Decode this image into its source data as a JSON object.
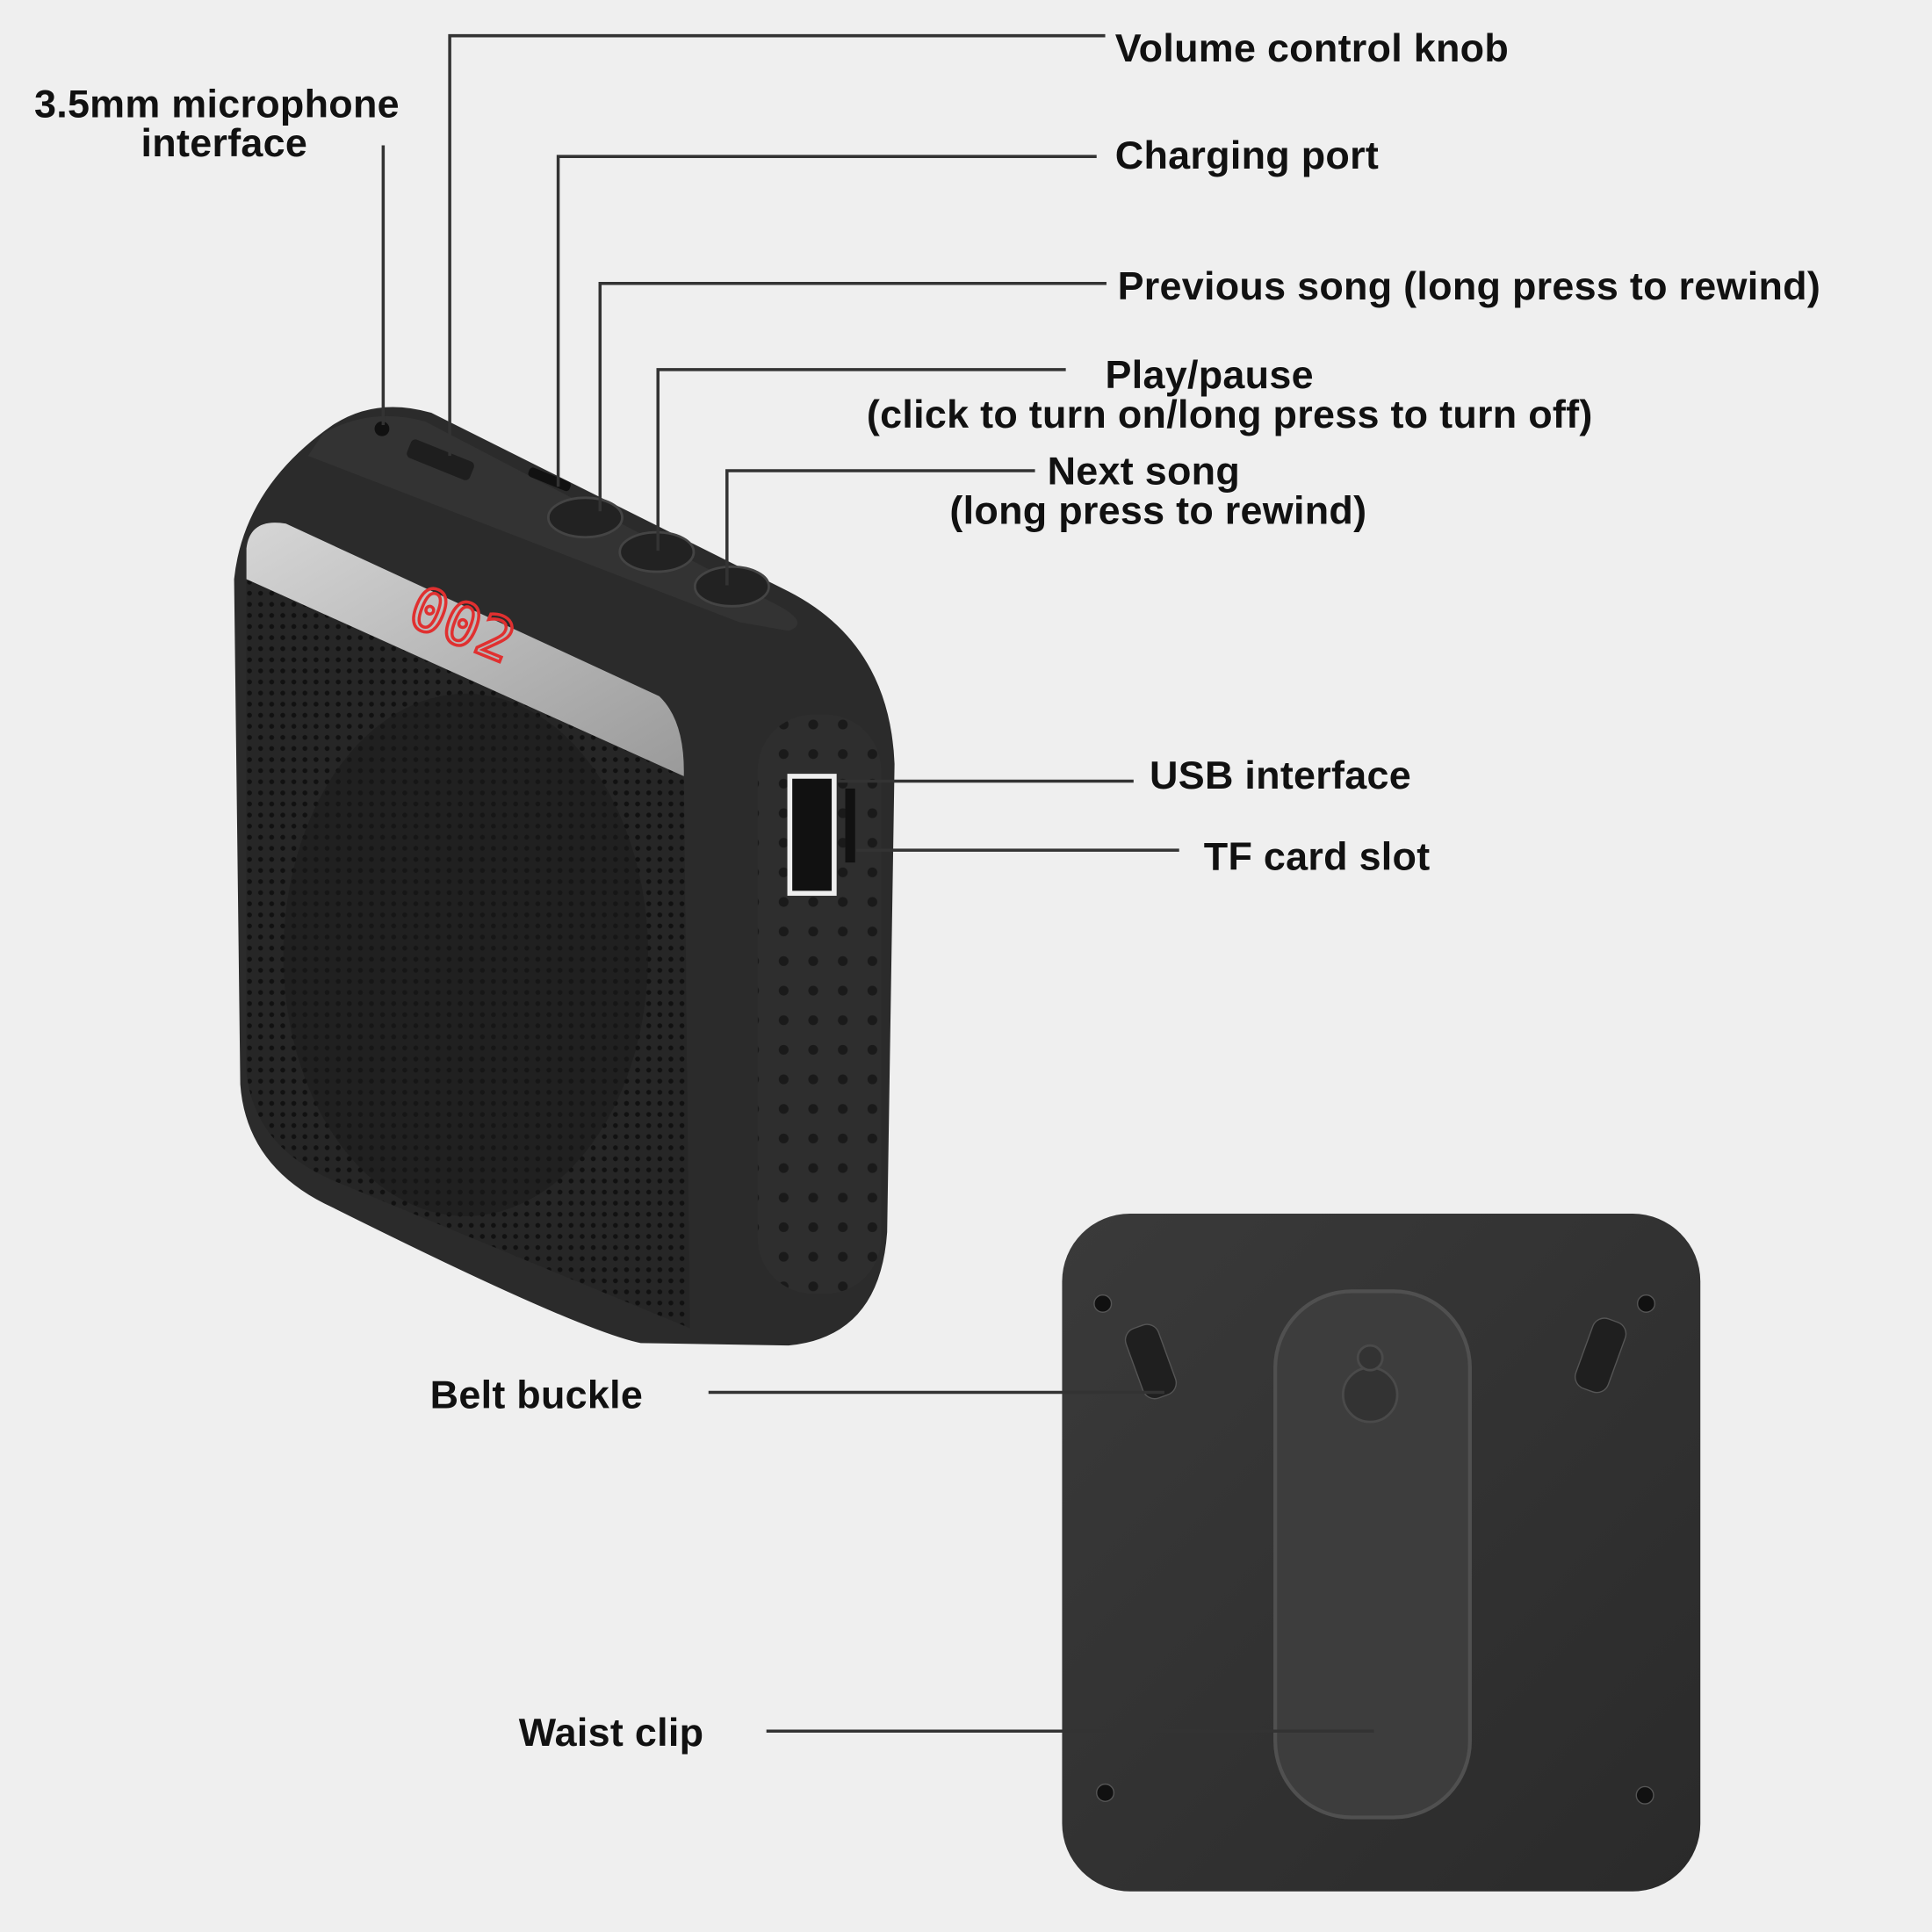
{
  "labels": {
    "volume_knob": "Volume control knob",
    "mic_line1": "3.5mm microphone",
    "mic_line2": "interface",
    "charging_port": "Charging port",
    "previous_song": "Previous song (long press to rewind)",
    "play_pause_line1": "Play/pause",
    "play_pause_line2": "(click to turn on/long press to turn off)",
    "next_song_line1": "Next song",
    "next_song_line2": "(long press to rewind)",
    "usb_interface": "USB interface",
    "tf_card_slot": "TF card slot",
    "belt_buckle": "Belt buckle",
    "waist_clip": "Waist clip"
  },
  "device": {
    "display_readout": "002",
    "display_color": "#e03030",
    "body_color": "#2b2b2b"
  }
}
